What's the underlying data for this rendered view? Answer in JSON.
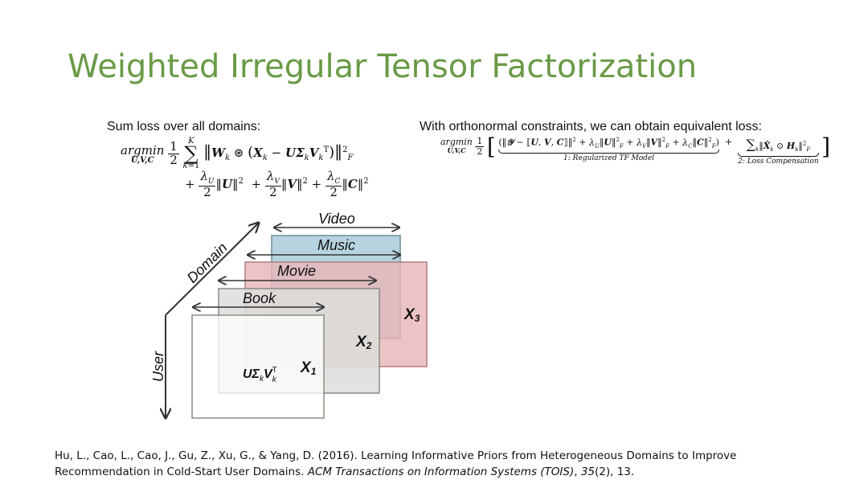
{
  "slide": {
    "title": "Weighted Irregular Tensor Factorization"
  },
  "left": {
    "caption": "Sum loss over all domains:",
    "eq_line1": "argmin_{U,V,C} ½ Σ_{k=1}^{K} ‖W_k ⊛ (X_k − U Σ_k V_kᵀ)‖²_F",
    "eq_line2": "+ λ_U/2 ‖U‖² + λ_V/2 ‖V‖² + λ_C/2 ‖C‖²"
  },
  "right": {
    "caption": "With orthonormal constraints, we can obtain equivalent loss:",
    "brace1_label": "1: Regularized TF Model",
    "brace2_label": "2: Loss Compensation"
  },
  "diagram": {
    "axis_domain": "Domain",
    "axis_user": "User",
    "labels": {
      "video": "Video",
      "music": "Music",
      "movie": "Movie",
      "book": "Book"
    },
    "matrices": {
      "x1": "X",
      "x1_sub": "1",
      "x2": "X",
      "x2_sub": "2",
      "x3": "X",
      "x3_sub": "3"
    },
    "colors": {
      "music": "#aecfdc",
      "x3": "#e8b5b8",
      "x2": "#dcdedb",
      "x1": "#ffffff",
      "title": "#6a9a47"
    }
  },
  "reference": {
    "text_plain": "Hu, L., Cao, L., Cao, J., Gu, Z., Xu, G., & Yang, D. (2016). Learning Informative Priors from Heterogeneous Domains to Improve Recommendation in Cold-Start User Domains. ",
    "journal": "ACM Transactions on Information Systems (TOIS)",
    "sep": ", ",
    "volume": "35",
    "issue_pages": "(2), 13."
  }
}
